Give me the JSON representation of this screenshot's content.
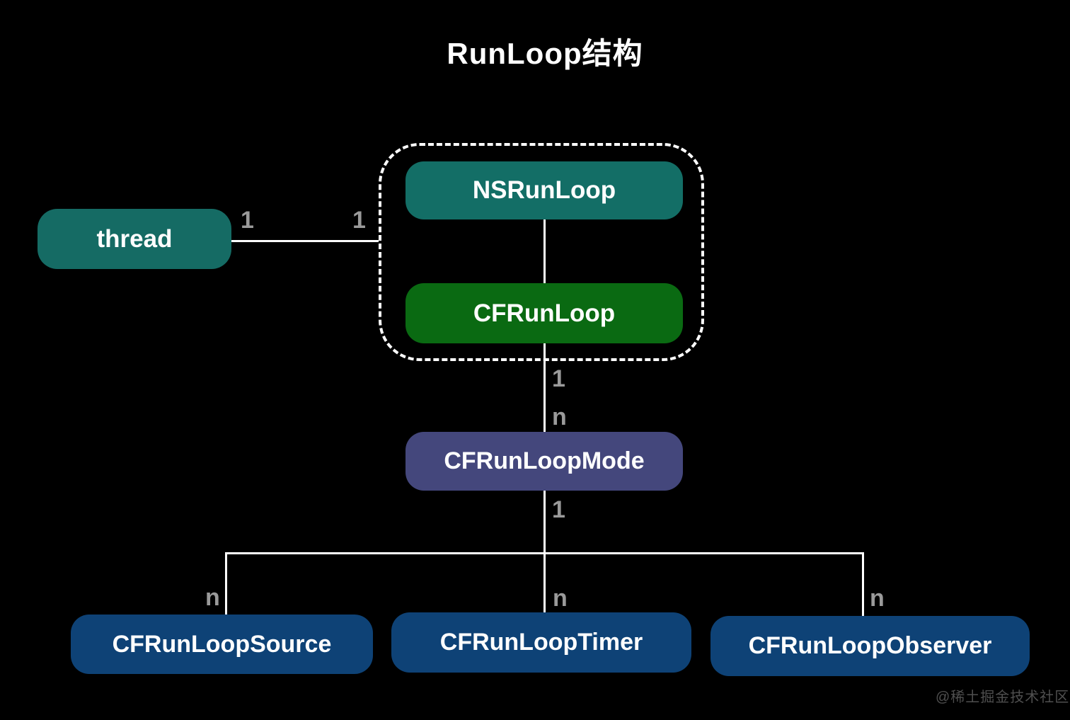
{
  "title": "RunLoop结构",
  "watermark": "@稀土掘金技术社区",
  "colors": {
    "background": "#000000",
    "teal": "#156b64",
    "green": "#0a6a12",
    "purple": "#44477c",
    "blue": "#0e4276",
    "line": "#ffffff",
    "multiplicity_label": "#9a9a9a"
  },
  "nodes": {
    "thread": {
      "label": "thread"
    },
    "nsrunloop": {
      "label": "NSRunLoop"
    },
    "cfrunloop": {
      "label": "CFRunLoop"
    },
    "mode": {
      "label": "CFRunLoopMode"
    },
    "source": {
      "label": "CFRunLoopSource"
    },
    "timer": {
      "label": "CFRunLoopTimer"
    },
    "observer": {
      "label": "CFRunLoopObserver"
    }
  },
  "multiplicities": {
    "thread_side": "1",
    "runloop_side": "1",
    "runloop_to_mode_top": "1",
    "runloop_to_mode_bottom": "n",
    "mode_to_children": "1",
    "source": "n",
    "timer": "n",
    "observer": "n"
  }
}
